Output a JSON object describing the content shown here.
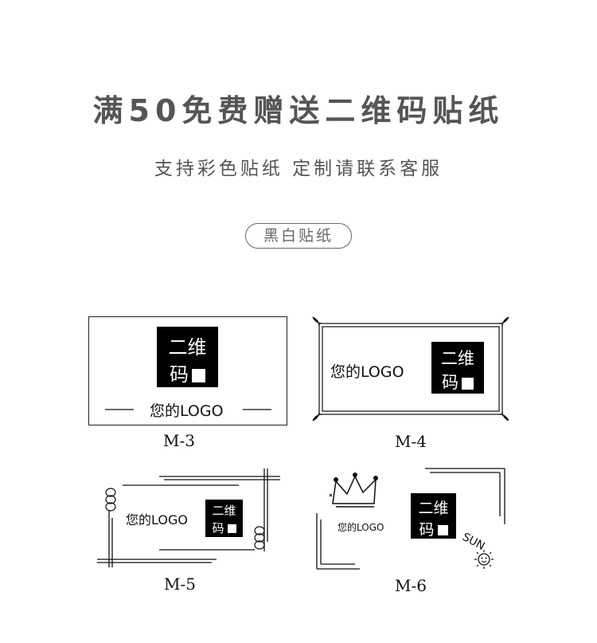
{
  "header": {
    "title": "满50免费赠送二维码贴纸",
    "subtitle": "支持彩色贴纸 定制请联系客服",
    "tag": "黑白贴纸"
  },
  "cards": [
    {
      "id": "M-3",
      "caption": "M-3",
      "qr_line1": "二维",
      "qr_line2": "码",
      "logo": "您的LOGO"
    },
    {
      "id": "M-4",
      "caption": "M-4",
      "qr_line1": "二维",
      "qr_line2": "码",
      "logo": "您的LOGO"
    },
    {
      "id": "M-5",
      "caption": "M-5",
      "qr_line1": "二维",
      "qr_line2": "码",
      "logo": "您的LOGO"
    },
    {
      "id": "M-6",
      "caption": "M-6",
      "qr_line1": "二维",
      "qr_line2": "码",
      "logo": "您的LOGO",
      "badge": "SUN"
    }
  ],
  "colors": {
    "title": "#555555",
    "ink": "#000000",
    "background": "#ffffff"
  }
}
